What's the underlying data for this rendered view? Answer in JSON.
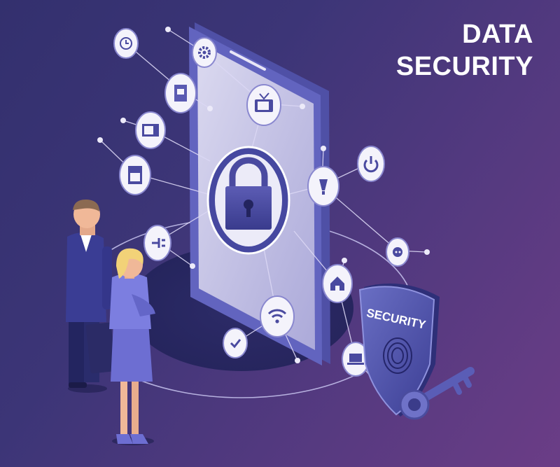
{
  "title": {
    "line1": "DATA",
    "line2": "SECURITY"
  },
  "shield": {
    "label": "SECURITY"
  },
  "colors": {
    "background_start": "#33306e",
    "background_end": "#6b3d86",
    "phone_frame": "#5b5cb0",
    "screen": "#d8d6ee",
    "lock": "#4a4aa0",
    "text": "#ffffff"
  },
  "icons": [
    "clock-icon",
    "gear-icon",
    "document-icon",
    "tv-icon",
    "microwave-icon",
    "oven-icon",
    "power-icon",
    "lightbulb-icon",
    "socket-icon",
    "plug-icon",
    "home-icon",
    "wifi-icon",
    "checkmark-icon",
    "laptop-icon"
  ]
}
